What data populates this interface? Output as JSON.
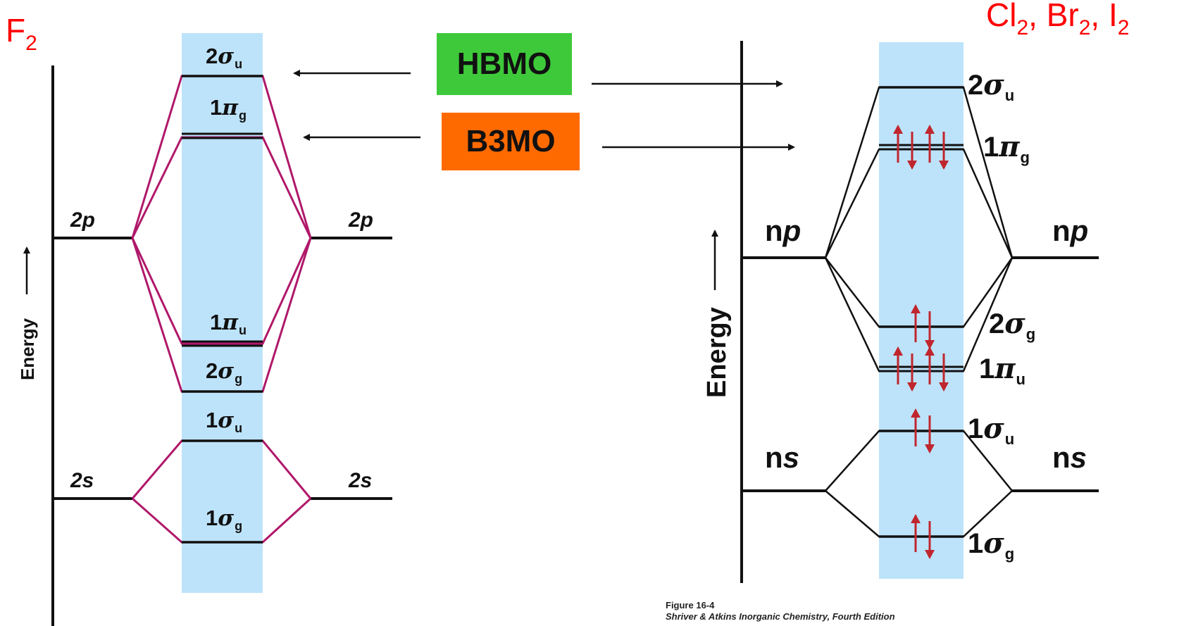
{
  "titles": {
    "left_prefix": "F",
    "left_sub": "2",
    "right": [
      {
        "t": "Cl",
        "s": "2"
      },
      {
        "t": ", Br",
        "s": "2"
      },
      {
        "t": ", I",
        "s": "2"
      }
    ]
  },
  "tags": {
    "hbmo": {
      "label": "HBMO",
      "color": "#3ec93a"
    },
    "b3mo": {
      "label": "B3MO",
      "color": "#ff6a00"
    }
  },
  "colors": {
    "band": "#bde3fb",
    "left_lines": "#b0186a",
    "right_lines": "#111111",
    "electrons": "#c0262d"
  },
  "left_diagram": {
    "axis_label": "Energy",
    "atomic": {
      "p": "2p",
      "s": "2s"
    },
    "mo": [
      {
        "num": "2",
        "greek": "σ",
        "sub": "u"
      },
      {
        "num": "1",
        "greek": "π",
        "sub": "g"
      },
      {
        "num": "1",
        "greek": "π",
        "sub": "u"
      },
      {
        "num": "2",
        "greek": "σ",
        "sub": "g"
      },
      {
        "num": "1",
        "greek": "σ",
        "sub": "u"
      },
      {
        "num": "1",
        "greek": "σ",
        "sub": "g"
      }
    ]
  },
  "right_diagram": {
    "axis_label": "Energy",
    "atomic": {
      "n": "n",
      "p": "p",
      "s": "s"
    },
    "mo": [
      {
        "num": "2",
        "greek": "σ",
        "sub": "u",
        "electrons": 0
      },
      {
        "num": "1",
        "greek": "π",
        "sub": "g",
        "electrons": 4
      },
      {
        "num": "2",
        "greek": "σ",
        "sub": "g",
        "electrons": 2
      },
      {
        "num": "1",
        "greek": "π",
        "sub": "u",
        "electrons": 4
      },
      {
        "num": "1",
        "greek": "σ",
        "sub": "u",
        "electrons": 2
      },
      {
        "num": "1",
        "greek": "σ",
        "sub": "g",
        "electrons": 2
      }
    ]
  },
  "caption": {
    "figure": "Figure 16-4",
    "source": "Shriver & Atkins Inorganic Chemistry, Fourth Edition"
  }
}
